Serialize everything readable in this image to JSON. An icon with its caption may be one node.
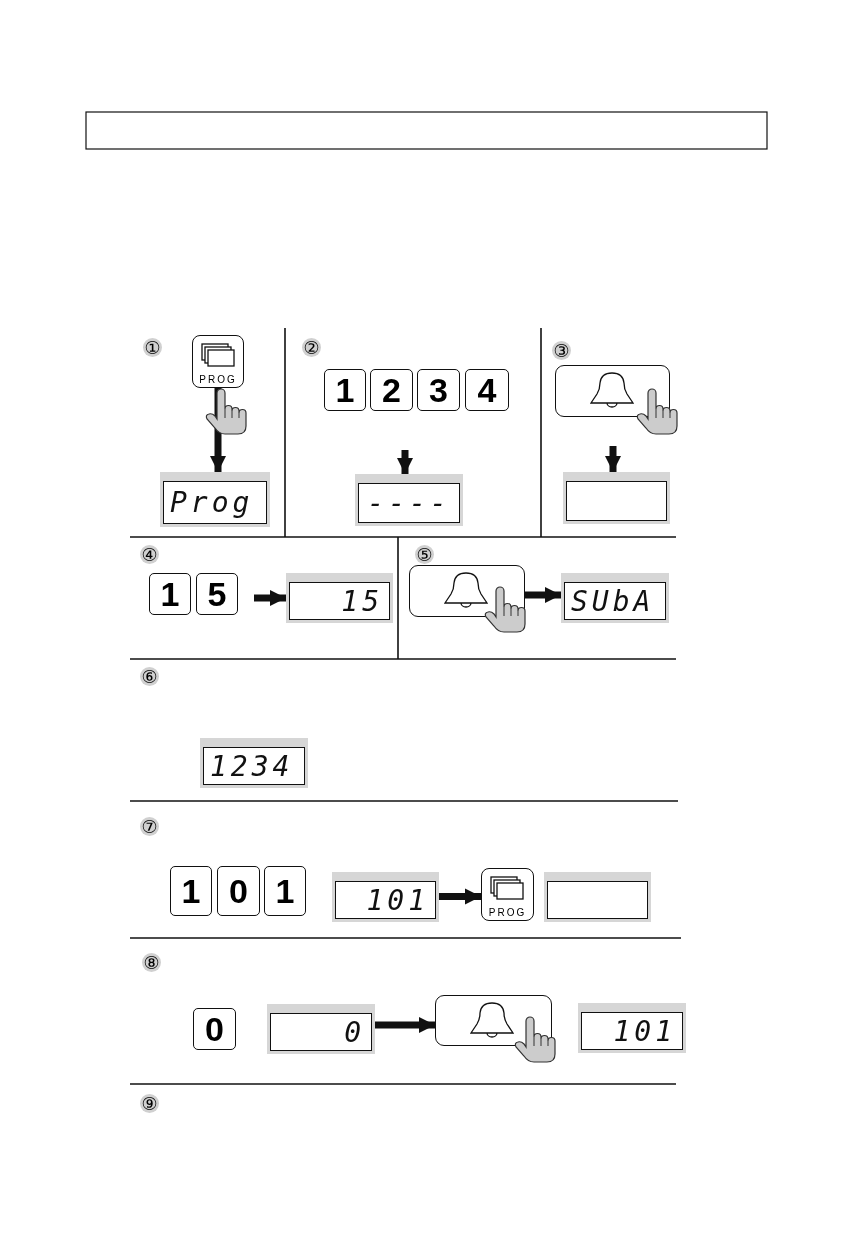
{
  "diagram": {
    "nodes": [
      {
        "text": [
          "PROG"
        ]
      },
      {
        "text": [
          "Prog"
        ]
      },
      {
        "text": [
          "1"
        ]
      },
      {
        "text": [
          "2"
        ]
      },
      {
        "text": [
          "3"
        ]
      },
      {
        "text": [
          "4"
        ]
      },
      {
        "text": [
          "----"
        ]
      },
      {
        "text": [],
        "shape": "picture"
      },
      {
        "text": [],
        "shape": "box"
      },
      {
        "text": [
          "1"
        ]
      },
      {
        "text": [
          "5"
        ]
      },
      {
        "text": [
          "15"
        ]
      },
      {
        "text": [],
        "shape": "picture"
      },
      {
        "text": [
          "SUbA"
        ]
      },
      {
        "text": [
          "1234"
        ]
      },
      {
        "text": [
          "1"
        ]
      },
      {
        "text": [
          "0"
        ]
      },
      {
        "text": [
          "1"
        ]
      },
      {
        "text": [
          "101"
        ]
      },
      {
        "text": [
          "PROG"
        ]
      },
      {
        "text": [],
        "shape": "box"
      },
      {
        "text": [
          "0"
        ]
      },
      {
        "text": [
          "0"
        ]
      },
      {
        "text": [],
        "shape": "picture"
      },
      {
        "text": [
          "101"
        ]
      }
    ],
    "edges": [
      {
        "from": 0,
        "to": 1,
        "arrow": "to"
      },
      {
        "from": null,
        "to": 6,
        "arrow": "to"
      },
      {
        "from": null,
        "to": 8,
        "arrow": "to"
      },
      {
        "from": null,
        "to": 11,
        "arrow": "to"
      },
      {
        "from": 12,
        "to": 13,
        "arrow": "to"
      },
      {
        "from": 18,
        "to": 19,
        "arrow": "to"
      },
      {
        "from": 22,
        "to": 23,
        "arrow": "to"
      }
    ],
    "labels": [
      "①",
      "②",
      "③",
      "④",
      "⑤",
      "⑥",
      "⑦",
      "⑧",
      "⑨"
    ]
  }
}
